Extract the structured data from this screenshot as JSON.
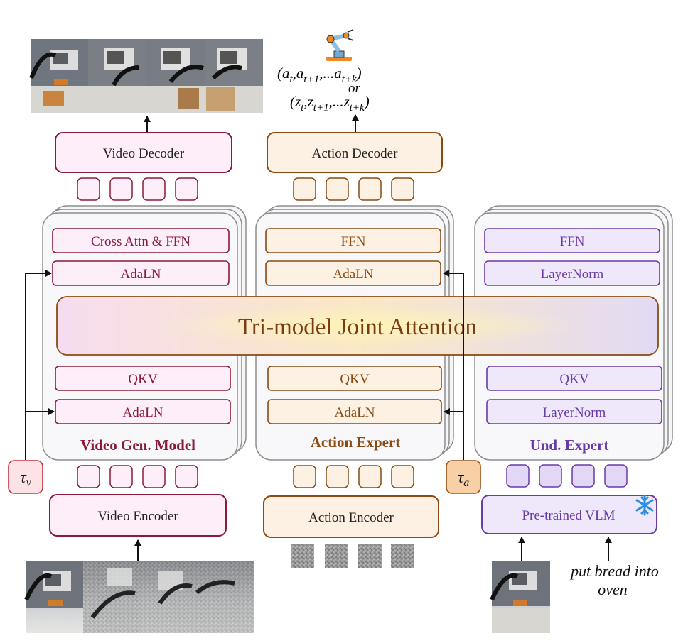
{
  "outputs": {
    "action_line1": "(a",
    "action_sub1": "t",
    "action_mid1": ",a",
    "action_sub2": "t+1",
    "action_mid2": ",...a",
    "action_sub3": "t+k",
    "action_close": ")",
    "or": "or",
    "latent_line1": "(z",
    "latent_sub1": "t",
    "latent_mid1": ",z",
    "latent_sub2": "t+1",
    "latent_mid2": ",...z",
    "latent_sub3": "t+k",
    "latent_close": ")"
  },
  "video_branch": {
    "decoder_label": "Video Decoder",
    "encoder_label": "Video Encoder",
    "model_title": "Video Gen. Model",
    "layers": [
      "Cross Attn & FFN",
      "AdaLN",
      "QKV",
      "AdaLN"
    ],
    "timestep": "τ",
    "timestep_sub": "v",
    "color": "#8b1a3a",
    "fill": "#fdeefa"
  },
  "action_branch": {
    "decoder_label": "Action Decoder",
    "encoder_label": "Action Encoder",
    "model_title": "Action Expert",
    "layers": [
      "FFN",
      "AdaLN",
      "QKV",
      "AdaLN"
    ],
    "timestep": "τ",
    "timestep_sub": "a",
    "color": "#8a4a12",
    "fill": "#fdf1e3"
  },
  "und_branch": {
    "encoder_label": "Pre-trained VLM",
    "model_title": "Und. Expert",
    "layers": [
      "FFN",
      "LayerNorm",
      "QKV",
      "LayerNorm"
    ],
    "instruction_line1": "put bread into",
    "instruction_line2": "oven",
    "color": "#6a3aa8",
    "fill": "#efe8fb"
  },
  "joint_attention_label": "Tri-model Joint Attention",
  "icons": [
    "robot-arm-icon",
    "snowflake-icon"
  ]
}
